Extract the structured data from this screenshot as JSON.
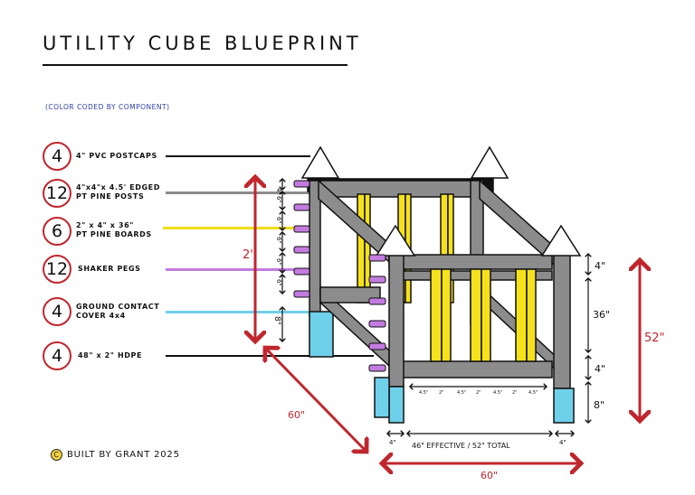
{
  "title": "UTILITY CUBE BLUEPRINT",
  "subtitle": "(COLOR CODED BY COMPONENT)",
  "colors": {
    "post": "#8c8c8c",
    "board": "#f5e21c",
    "peg": "#c47be0",
    "ground_cover": "#6fd0ea",
    "dimension_red": "#c0262d",
    "cap": "#ffffff",
    "hdpe": "#111111"
  },
  "legend": [
    {
      "qty": "4",
      "label": "4\" PVC POSTCAPS",
      "color": "#111111"
    },
    {
      "qty": "12",
      "label": "4\"x4\"x 4.5' EDGED\nPT PINE POSTS",
      "color": "#8c8c8c"
    },
    {
      "qty": "6",
      "label": "2\" x 4\" x 36\"\nPT PINE BOARDS",
      "color": "#f0dc1a"
    },
    {
      "qty": "12",
      "label": "SHAKER PEGS",
      "color": "#c47be0"
    },
    {
      "qty": "4",
      "label": "GROUND CONTACT\nCOVER 4x4",
      "color": "#6fd0ea"
    },
    {
      "qty": "4",
      "label": "48\" x 2\" HDPE",
      "color": "#111111"
    }
  ],
  "dimensions": {
    "left_height": "2'",
    "peg_spacing": [
      "4\"",
      "6\"",
      "6\"",
      "6\"",
      "6\"",
      "6\"",
      "8\""
    ],
    "right_stack": [
      "4\"",
      "36\"",
      "4\"",
      "8\""
    ],
    "total_height": "52\"",
    "depth": "60\"",
    "width": "60\"",
    "post_width_left": "4\"",
    "post_width_right": "4\"",
    "span_label": "46\" EFFECTIVE / 52\" TOTAL",
    "board_spacing": [
      "4.5\"",
      "2\"",
      "4.5\"",
      "2\"",
      "4.5\"",
      "2\"",
      "4.5\""
    ]
  },
  "credit": {
    "symbol": "C",
    "text": "BUILT BY GRANT 2025"
  }
}
